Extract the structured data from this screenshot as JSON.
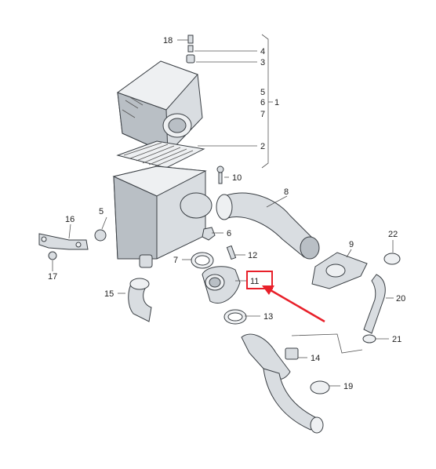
{
  "colors": {
    "highlight": "#e8202a",
    "line": "#555555",
    "part_fill": "#d9dde1"
  },
  "callouts": {
    "c1": "1",
    "c2": "2",
    "c3": "3",
    "c4": "4",
    "c5a": "5",
    "c5b": "5",
    "c6a": "6",
    "c6b": "6",
    "c7a": "7",
    "c7b": "7",
    "c8": "8",
    "c9": "9",
    "c10": "10",
    "c11": "11",
    "c12": "12",
    "c13": "13",
    "c14": "14",
    "c15": "15",
    "c16": "16",
    "c17": "17",
    "c18": "18",
    "c19": "19",
    "c20": "20",
    "c21": "21",
    "c22": "22"
  },
  "highlighted_part": "11"
}
